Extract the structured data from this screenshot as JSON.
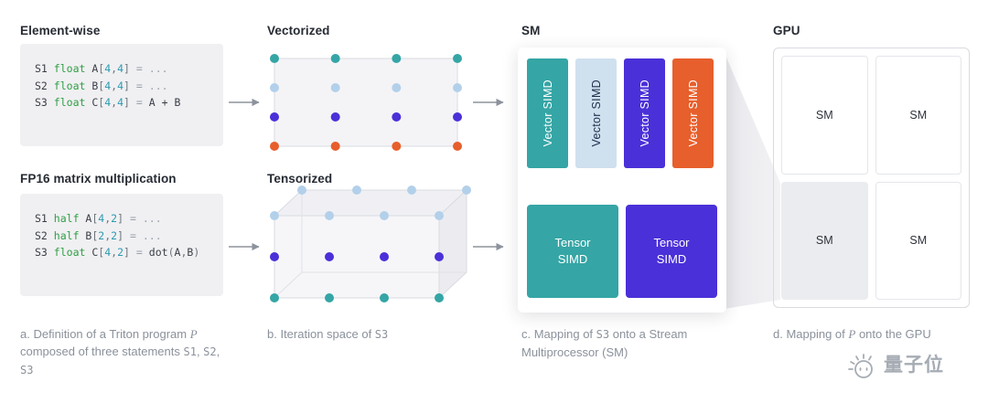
{
  "colors": {
    "teal": "#35a5a5",
    "lightblue": "#cfe0ef",
    "lightblue_dot": "#b3d0ea",
    "indigo": "#4a30d8",
    "orange": "#e75f2c",
    "arrow": "#8d939c",
    "caption": "#8b919b",
    "code_bg": "#f0f0f2"
  },
  "panels": {
    "elementwise": {
      "title": "Element-wise",
      "code": [
        "S1 float A[4,4] = ...",
        "S2 float B[4,4] = ...",
        "S3 float C[4,4] = A + B"
      ]
    },
    "fp16": {
      "title": "FP16 matrix multiplication",
      "code": [
        "S1 half A[4,2] = ...",
        "S2 half B[2,2] = ...",
        "S3 float C[4,2] = dot(A,B)"
      ]
    },
    "vectorized": {
      "title": "Vectorized",
      "cols": 4,
      "row_colors": [
        "teal",
        "lightblue_dot",
        "indigo",
        "orange"
      ]
    },
    "tensorized": {
      "title": "Tensorized",
      "cols": 4,
      "back_row_color": "lightblue_dot",
      "front_row_colors": [
        "lightblue_dot",
        "indigo",
        "teal"
      ]
    },
    "sm": {
      "title": "SM",
      "vector_units": [
        {
          "label": "Vector SIMD",
          "fill": "teal",
          "text_color": "#ffffff"
        },
        {
          "label": "Vector SIMD",
          "fill": "lightblue",
          "text_color": "#22304d"
        },
        {
          "label": "Vector SIMD",
          "fill": "indigo",
          "text_color": "#ffffff"
        },
        {
          "label": "Vector SIMD",
          "fill": "orange",
          "text_color": "#ffffff"
        }
      ],
      "tensor_units": [
        {
          "label": "Tensor SIMD",
          "fill": "teal",
          "text_color": "#ffffff"
        },
        {
          "label": "Tensor SIMD",
          "fill": "indigo",
          "text_color": "#ffffff"
        }
      ]
    },
    "gpu": {
      "title": "GPU",
      "cells": [
        {
          "label": "SM",
          "highlight": false
        },
        {
          "label": "SM",
          "highlight": false
        },
        {
          "label": "SM",
          "highlight": true
        },
        {
          "label": "SM",
          "highlight": false
        }
      ]
    }
  },
  "captions": [
    "a. Definition of a Triton program P composed of three statements S1, S2, S3",
    "b. Iteration space of S3",
    "c. Mapping of S3 onto a Stream Multiprocessor (SM)",
    "d. Mapping of P onto the GPU"
  ],
  "watermark": {
    "text": "量子位"
  }
}
